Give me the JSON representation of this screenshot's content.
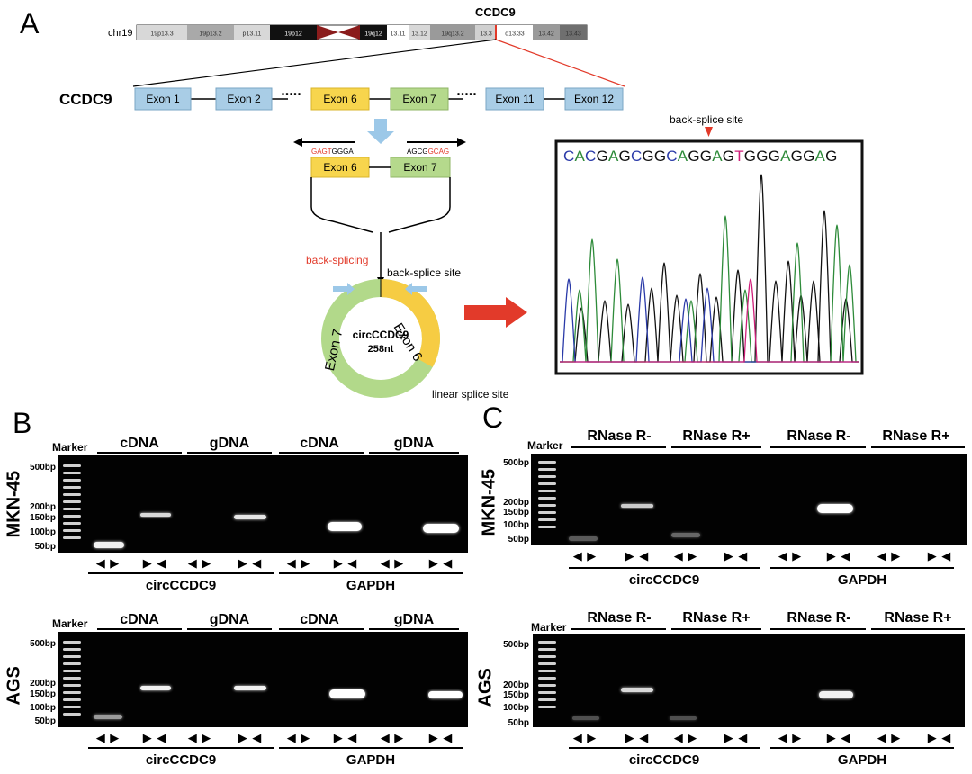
{
  "panel_a": {
    "letter": "A",
    "gene_top": "CCDC9",
    "chr_label": "chr19",
    "bands": [
      "19p13.3",
      "19p13.2",
      "p13.11",
      "19p12",
      "19q12",
      "13.11",
      "13.12",
      "19q13.2",
      "13.3",
      "q13.33",
      "13.42",
      "13.43"
    ],
    "gene_label": "CCDC9",
    "exons": [
      "Exon 1",
      "Exon 2",
      "Exon 6",
      "Exon 7",
      "Exon 11",
      "Exon 12"
    ],
    "dots": "•••••",
    "primer_left_red": "GAGT",
    "primer_left_black": "GGGA",
    "primer_right_black": "AGCG",
    "primer_right_red": "GCAG",
    "zoom_exon6": "Exon 6",
    "zoom_exon7": "Exon 7",
    "back_splicing": "back-splicing",
    "back_splice_site": "back-splice site",
    "circ_name": "circCCDC9",
    "circ_len": "258nt",
    "ring_exon6": "Exon 6",
    "ring_exon7": "Exon 7",
    "linear_splice_site": "linear splice site",
    "seq_title": "back-splice site",
    "sequence": [
      {
        "b": "C",
        "c": "#2a3aa8"
      },
      {
        "b": "A",
        "c": "#2e8b3a"
      },
      {
        "b": "C",
        "c": "#2a3aa8"
      },
      {
        "b": "G",
        "c": "#111"
      },
      {
        "b": "A",
        "c": "#2e8b3a"
      },
      {
        "b": "G",
        "c": "#111"
      },
      {
        "b": "C",
        "c": "#2a3aa8"
      },
      {
        "b": "G",
        "c": "#111"
      },
      {
        "b": "G",
        "c": "#111"
      },
      {
        "b": "C",
        "c": "#2a3aa8"
      },
      {
        "b": "A",
        "c": "#2e8b3a"
      },
      {
        "b": "G",
        "c": "#111"
      },
      {
        "b": "G",
        "c": "#111"
      },
      {
        "b": "A",
        "c": "#2e8b3a"
      },
      {
        "b": "G",
        "c": "#111"
      },
      {
        "b": "T",
        "c": "#d0207a"
      },
      {
        "b": "G",
        "c": "#111"
      },
      {
        "b": "G",
        "c": "#111"
      },
      {
        "b": "G",
        "c": "#111"
      },
      {
        "b": "A",
        "c": "#2e8b3a"
      },
      {
        "b": "G",
        "c": "#111"
      },
      {
        "b": "G",
        "c": "#111"
      },
      {
        "b": "A",
        "c": "#2e8b3a"
      },
      {
        "b": "G",
        "c": "#111"
      }
    ],
    "colors": {
      "exon_blue": "#a9cde6",
      "exon_yellow": "#f7d54d",
      "exon_green": "#b5d98c",
      "ring_green": "#b2d98a",
      "ring_yellow": "#f6cc43",
      "red": "#e23a2a",
      "light_blue": "#9cc8e8"
    }
  },
  "panel_b": {
    "letter": "B",
    "marker": "Marker",
    "sizes": [
      "500bp",
      "200bp",
      "150bp",
      "100bp",
      "50bp"
    ],
    "row_top": {
      "label": "MKN-45"
    },
    "row_bottom": {
      "label": "AGS"
    },
    "headers": [
      "cDNA",
      "gDNA",
      "cDNA",
      "gDNA"
    ],
    "groups": [
      "circCCDC9",
      "GAPDH"
    ],
    "arrow_div": "◀ ▶",
    "arrow_conv": "▶ ◀"
  },
  "panel_c": {
    "letter": "C",
    "marker": "Marker",
    "sizes": [
      "500bp",
      "200bp",
      "150bp",
      "100bp",
      "50bp"
    ],
    "row_top": {
      "label": "MKN-45"
    },
    "row_bottom": {
      "label": "AGS"
    },
    "headers": [
      "RNase R-",
      "RNase R+",
      "RNase R-",
      "RNase R+"
    ],
    "groups": [
      "circCCDC9",
      "GAPDH"
    ],
    "arrow_div": "◀ ▶",
    "arrow_conv": "▶ ◀"
  }
}
